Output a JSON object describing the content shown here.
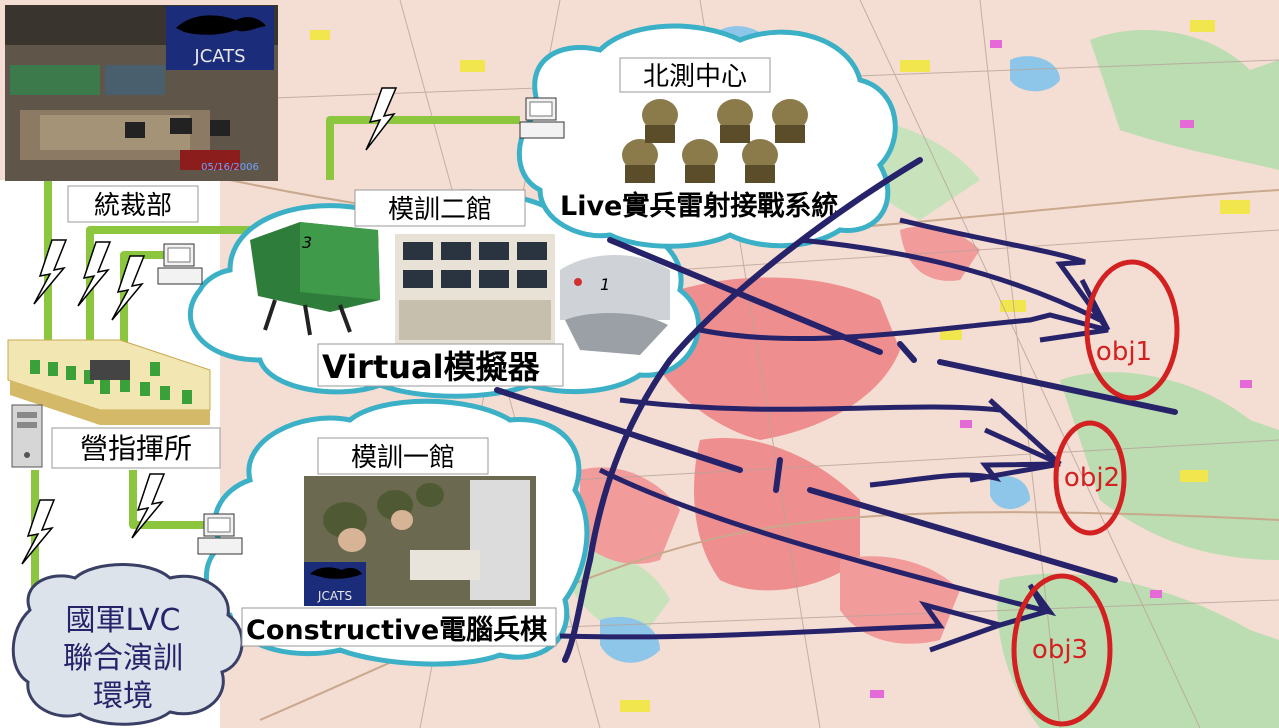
{
  "labels": {
    "command": "統裁部",
    "live_center": "北測中心",
    "live": "Live實兵雷射接戰系統",
    "sim_hall_2": "模訓二館",
    "virtual": "Virtual模擬器",
    "battalion_cp": "營指揮所",
    "sim_hall_1": "模訓一館",
    "constructive": "Constructive電腦兵棋",
    "env_line1": "國軍LVC",
    "env_line2": "聯合演訓",
    "env_line3": "環境",
    "jcats_top": "JCATS",
    "jcats_bottom": "JCATS",
    "photo_date": "05/16/2006"
  },
  "objectives": [
    {
      "label": "obj1"
    },
    {
      "label": "obj2"
    },
    {
      "label": "obj3"
    }
  ],
  "colors": {
    "map_bg": "#f4ddd2",
    "urban": "#ef8e8e",
    "forest": "#b9dcb0",
    "water": "#8dc6e8",
    "network": "#8cc63f",
    "cloud_outline": "#3bb0c6",
    "arrow": "#27236b",
    "objective": "#d32020"
  }
}
